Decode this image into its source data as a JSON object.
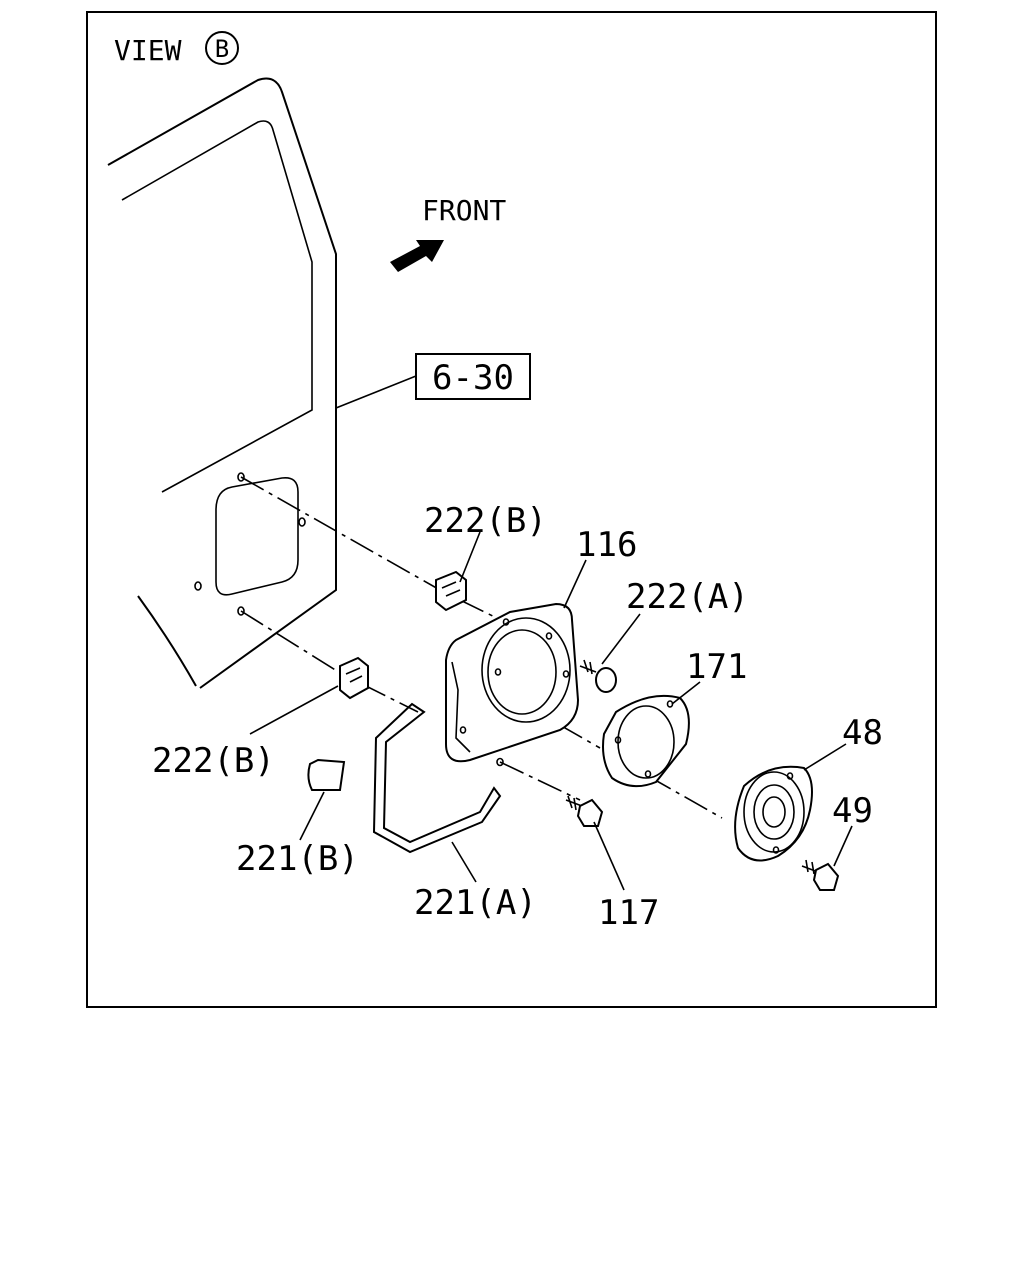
{
  "view": {
    "prefix": "VIEW",
    "letter": "B"
  },
  "front_label": "FRONT",
  "ref_box": "6-30",
  "callouts": {
    "p222b_top": "222(B)",
    "p116": "116",
    "p222a": "222(A)",
    "p171": "171",
    "p48": "48",
    "p49": "49",
    "p222b_left": "222(B)",
    "p221b": "221(B)",
    "p221a": "221(A)",
    "p117": "117"
  },
  "icons": {
    "front_arrow": "front-arrow-icon"
  }
}
